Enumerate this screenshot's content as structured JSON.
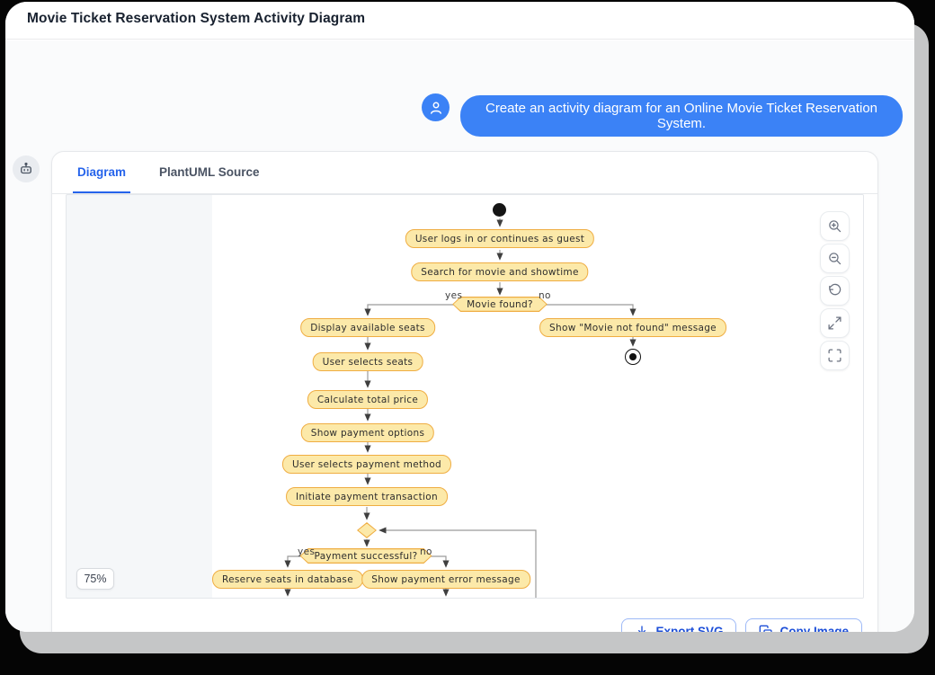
{
  "header": {
    "title": "Movie Ticket Reservation System Activity Diagram"
  },
  "chat": {
    "user_message": "Create an activity diagram for an Online Movie Ticket Reservation System."
  },
  "panel": {
    "tabs": [
      {
        "label": "Diagram",
        "active": true
      },
      {
        "label": "PlantUML Source",
        "active": false
      }
    ],
    "zoom_badge": "75%",
    "controls": [
      "zoom-in",
      "zoom-out",
      "reset-view",
      "expand",
      "fullscreen"
    ],
    "actions": {
      "export_svg": "Export SVG",
      "copy_image": "Copy Image"
    }
  },
  "diagram": {
    "kind": "uml-activity",
    "nodes": {
      "login": "User logs in or continues as guest",
      "search": "Search for movie and showtime",
      "movie_found": "Movie found?",
      "display_seats": "Display available seats",
      "select_seats": "User selects seats",
      "calc_price": "Calculate total price",
      "payment_options": "Show payment options",
      "select_payment": "User selects payment method",
      "initiate_payment": "Initiate payment transaction",
      "not_found": "Show \"Movie not found\" message",
      "payment_ok": "Payment successful?",
      "reserve": "Reserve seats in database",
      "payment_error": "Show payment error message"
    },
    "branch_labels": {
      "yes": "yes",
      "no": "no"
    },
    "flow": [
      "start -> login",
      "login -> search",
      "search -> movie_found",
      "movie_found -[yes]-> display_seats",
      "movie_found -[no]-> not_found",
      "not_found -> end(final)",
      "display_seats -> select_seats",
      "select_seats -> calc_price",
      "calc_price -> payment_options",
      "payment_options -> select_payment",
      "select_payment -> initiate_payment",
      "initiate_payment -> merge_diamond",
      "merge_diamond -> payment_ok",
      "payment_ok -[yes]-> reserve",
      "payment_ok -[no]-> payment_error",
      "retry_loop -> merge_diamond"
    ],
    "colors": {
      "node_fill": "#FCE9A9",
      "node_border": "#EFAD42",
      "edge": "#999999",
      "arrowhead": "#3F3F3F"
    }
  },
  "theme": {
    "accent_blue": "#2563EB",
    "bubble_blue": "#3B82F6"
  }
}
